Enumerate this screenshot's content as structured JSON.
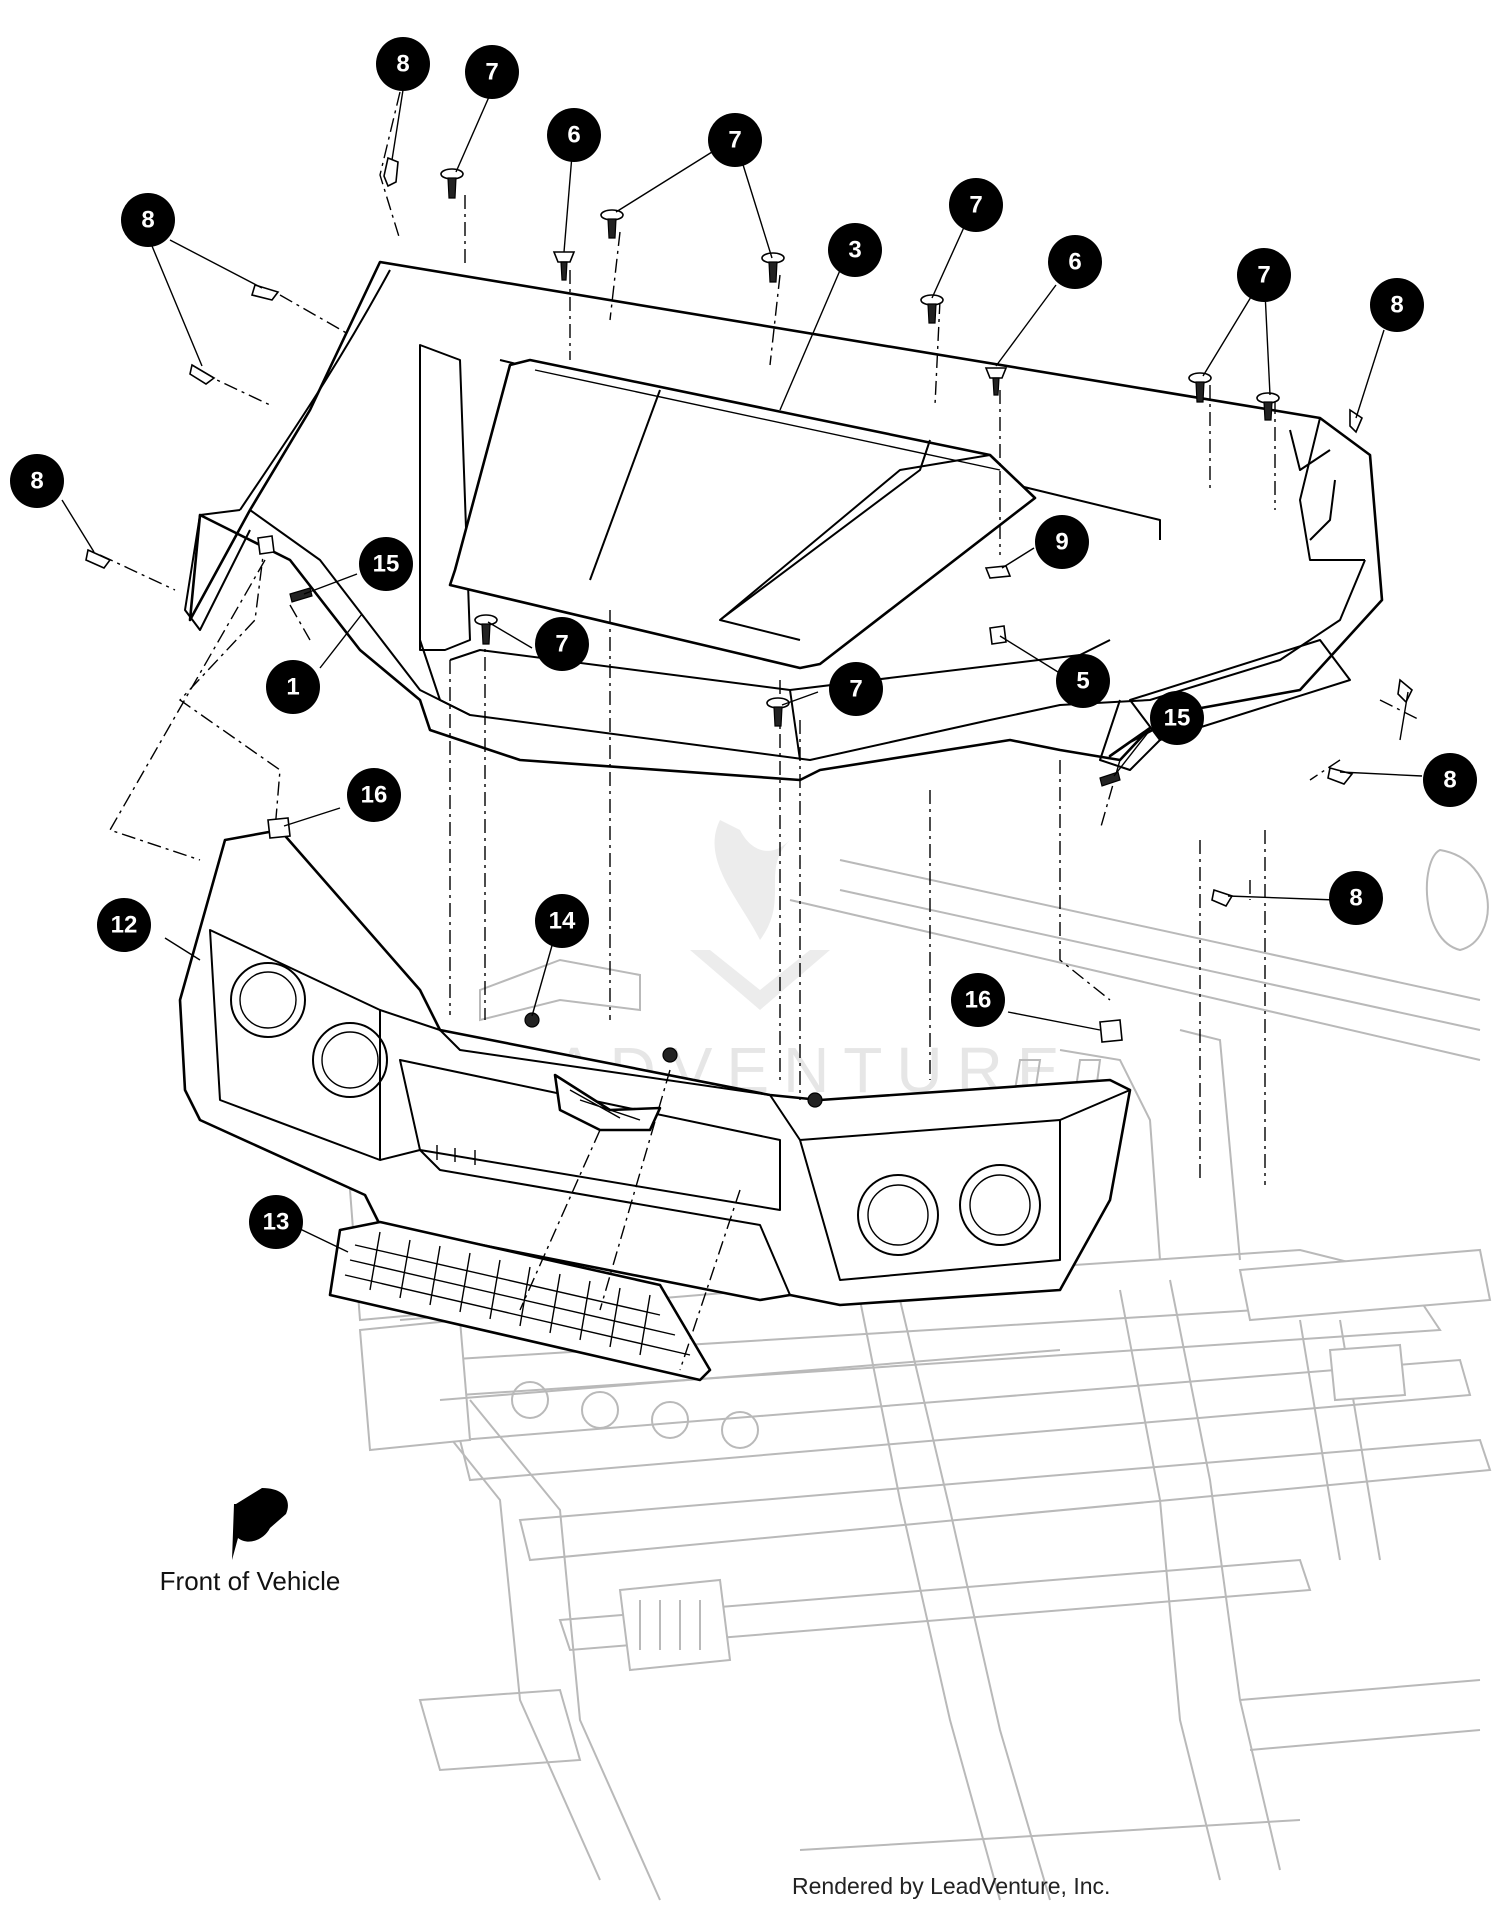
{
  "callouts": [
    {
      "num": "8"
    },
    {
      "num": "7"
    },
    {
      "num": "6"
    },
    {
      "num": "7"
    },
    {
      "num": "8"
    },
    {
      "num": "3"
    },
    {
      "num": "7"
    },
    {
      "num": "6"
    },
    {
      "num": "7"
    },
    {
      "num": "8"
    },
    {
      "num": "8"
    },
    {
      "num": "15"
    },
    {
      "num": "9"
    },
    {
      "num": "7"
    },
    {
      "num": "1"
    },
    {
      "num": "5"
    },
    {
      "num": "7"
    },
    {
      "num": "15"
    },
    {
      "num": "8"
    },
    {
      "num": "16"
    },
    {
      "num": "8"
    },
    {
      "num": "12"
    },
    {
      "num": "14"
    },
    {
      "num": "16"
    },
    {
      "num": "13"
    }
  ],
  "front_label": "Front of Vehicle",
  "credit": "Rendered by LeadVenture, Inc.",
  "watermark": "LEADVENTURE",
  "colors": {
    "ink": "#000000",
    "frame": "#b9b9b9",
    "callout_fill": "#000000",
    "callout_text": "#ffffff"
  }
}
